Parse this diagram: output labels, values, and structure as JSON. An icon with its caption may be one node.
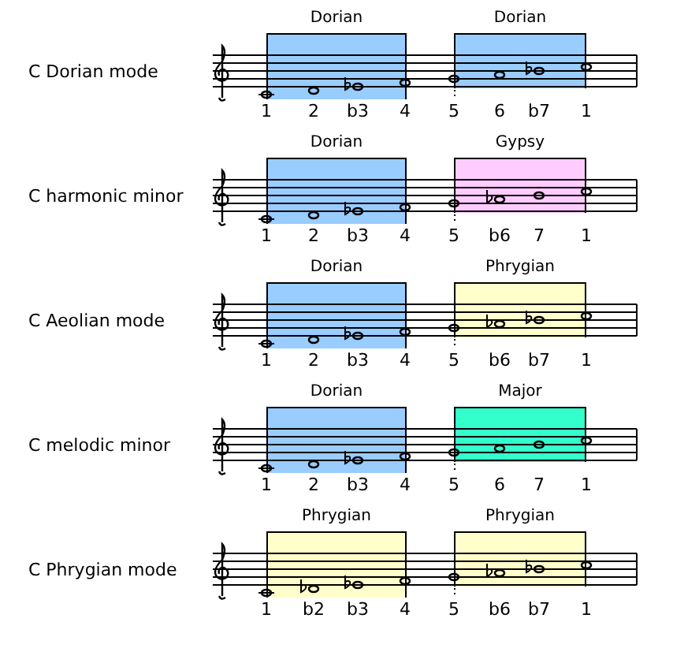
{
  "diagram": {
    "nodes": [
      {
        "text": [
          "Dorian"
        ]
      },
      {
        "text": [
          "Dorian"
        ]
      },
      {
        "text": [
          "Dorian"
        ]
      },
      {
        "text": [
          "Gypsy"
        ]
      },
      {
        "text": [
          "Dorian"
        ]
      },
      {
        "text": [
          "Phrygian"
        ]
      },
      {
        "text": [
          "Dorian"
        ]
      },
      {
        "text": [
          "Major"
        ]
      },
      {
        "text": [
          "Phrygian"
        ]
      },
      {
        "text": [
          "Phrygian"
        ]
      }
    ],
    "labels": [
      "C Dorian mode",
      "1",
      "2",
      "b3",
      "4",
      "5",
      "6",
      "b7",
      "1",
      "C harmonic minor",
      "1",
      "2",
      "b3",
      "4",
      "5",
      "b6",
      "7",
      "1",
      "C Aeolian mode",
      "1",
      "2",
      "b3",
      "4",
      "5",
      "b6",
      "b7",
      "1",
      "C melodic minor",
      "1",
      "2",
      "b3",
      "4",
      "5",
      "6",
      "7",
      "1",
      "C Phrygian mode",
      "1",
      "b2",
      "b3",
      "4",
      "5",
      "b6",
      "b7",
      "1"
    ]
  }
}
